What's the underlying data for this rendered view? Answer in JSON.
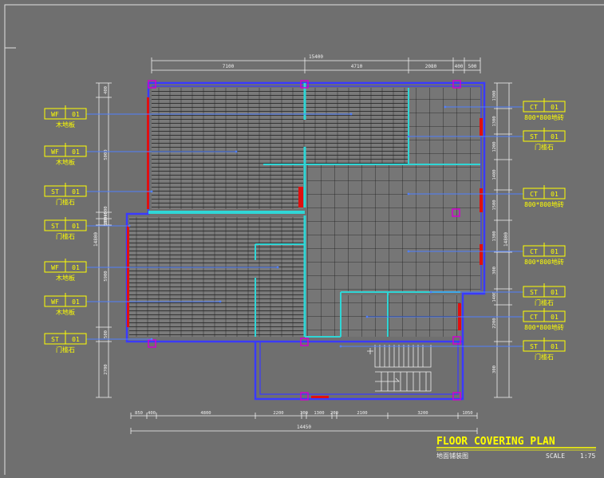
{
  "title": "FLOOR COVERING PLAN",
  "subtitle": "地面铺装图",
  "scale_label": "SCALE",
  "scale_value": "1:75",
  "dims_top": {
    "overall": "15400",
    "segments": [
      "7100",
      "4710",
      "2080",
      "400",
      "500"
    ]
  },
  "dims_bottom": {
    "overall": "14450",
    "segments": [
      "850",
      "400",
      "4800",
      "2200",
      "300",
      "1300",
      "200",
      "2100",
      "3200",
      "1050"
    ]
  },
  "dims_left": {
    "overall": "14800",
    "segments": [
      "400",
      "5000",
      "300",
      "500",
      "5900",
      "500",
      "2700"
    ],
    "mid": "300×500"
  },
  "dims_right": {
    "overall": "14800",
    "segments": [
      "1300",
      "1300",
      "1200",
      "1400",
      "1500",
      "1300",
      "300",
      "1400",
      "2200",
      "300"
    ]
  },
  "tags_left": [
    {
      "code": "WF",
      "num": "01",
      "desc": "木地板"
    },
    {
      "code": "WF",
      "num": "01",
      "desc": "木地板"
    },
    {
      "code": "ST",
      "num": "01",
      "desc": "门槛石"
    },
    {
      "code": "ST",
      "num": "01",
      "desc": "门槛石"
    },
    {
      "code": "WF",
      "num": "01",
      "desc": "木地板"
    },
    {
      "code": "WF",
      "num": "01",
      "desc": "木地板"
    },
    {
      "code": "ST",
      "num": "01",
      "desc": "门槛石"
    }
  ],
  "tags_right": [
    {
      "code": "CT",
      "num": "01",
      "desc": "800*800地砖"
    },
    {
      "code": "ST",
      "num": "01",
      "desc": "门槛石"
    },
    {
      "code": "CT",
      "num": "01",
      "desc": "800*800地砖"
    },
    {
      "code": "CT",
      "num": "01",
      "desc": "800*800地砖"
    },
    {
      "code": "ST",
      "num": "01",
      "desc": "门槛石"
    },
    {
      "code": "CT",
      "num": "01",
      "desc": "800*800地砖"
    },
    {
      "code": "ST",
      "num": "01",
      "desc": "门槛石"
    }
  ],
  "colors": {
    "background": "#6f6f6f",
    "frame": "#ffffff",
    "wall": "#3a3aff",
    "inner_wall": "#2fd6d6",
    "tag": "#ffff00",
    "leader": "#4f7fff",
    "dimension": "#f0f0f0",
    "column": "#d000d0",
    "door": "#e01010",
    "wood": "#2a2a2a"
  }
}
